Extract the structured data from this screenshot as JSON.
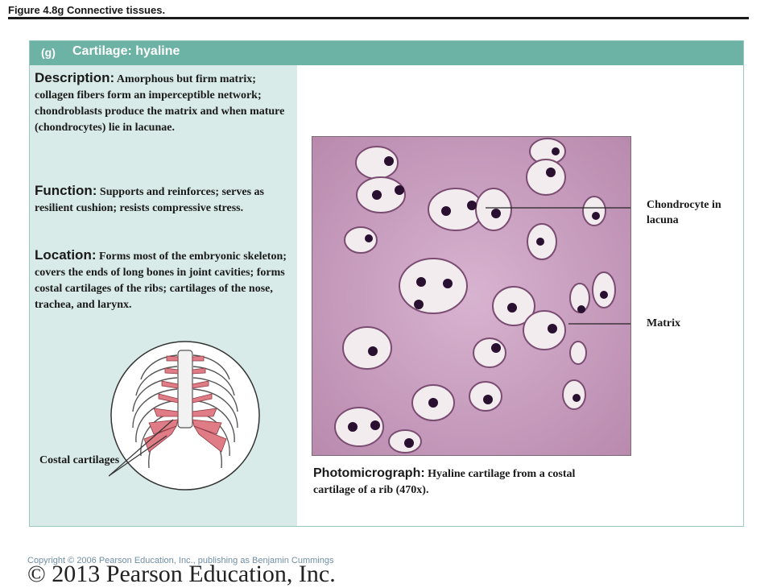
{
  "figure_title": "Figure 4.8g  Connective tissues.",
  "panel": {
    "tag": "(g)",
    "heading": "Cartilage: hyaline"
  },
  "description": {
    "lead": "Description:",
    "text": "Amorphous but firm matrix; collagen fibers form an imperceptible network; chondroblasts produce the matrix and when mature (chondrocytes) lie in lacunae."
  },
  "function": {
    "lead": "Function:",
    "text": "Supports and reinforces; serves as resilient cushion; resists compressive stress."
  },
  "location": {
    "lead": "Location:",
    "text": "Forms most of the embryonic skeleton; covers the ends of long bones in joint cavities; forms costal cartilages of the ribs; cartilages of the nose, trachea, and larynx."
  },
  "diagram_label": "Costal cartilages",
  "callouts": {
    "chondrocyte": "Chondrocyte in lacuna",
    "matrix": "Matrix"
  },
  "caption": {
    "lead": "Photomicrograph:",
    "text": "Hyaline cartilage from a costal cartilage of a rib (470x)."
  },
  "copyright": "Copyright © 2006 Pearson Education, Inc., publishing as Benjamin Cummings",
  "watermark": "© 2013 Pearson Education, Inc.",
  "colors": {
    "header_bar": "#6db3a5",
    "left_column": "#d8ebe8",
    "cartilage_pink": "#e07c85",
    "matrix": "#cfa6c6",
    "nucleus": "#2a1030"
  }
}
